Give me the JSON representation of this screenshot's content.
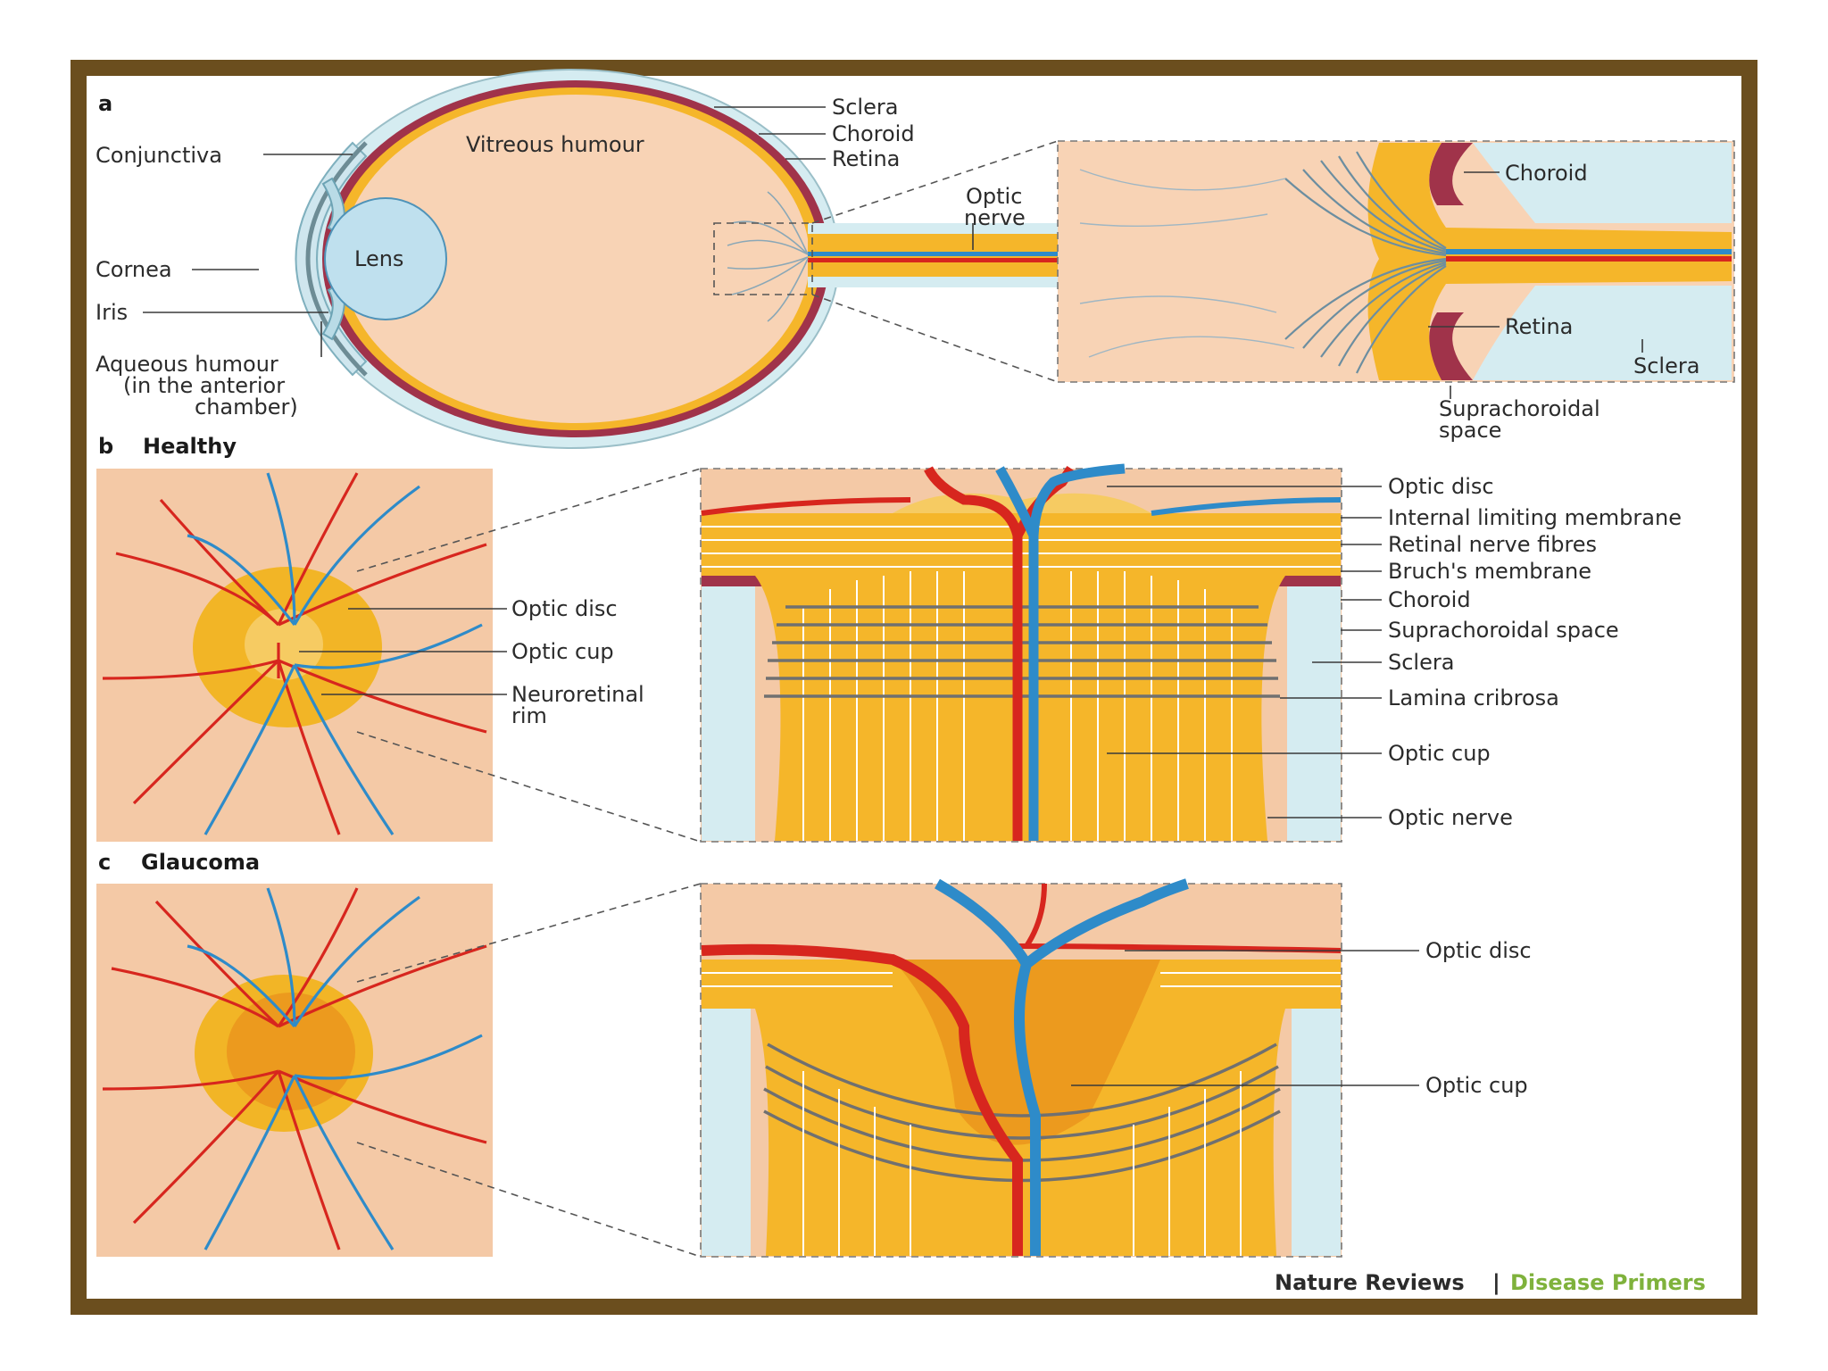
{
  "colors": {
    "frame": "#6b4e1e",
    "tissue": "#f4c9a6",
    "vitreous": "#f8d3b5",
    "optic_disc": "#f2b526",
    "optic_cup": "#ec9a1e",
    "artery": "#d7261e",
    "vein": "#2e8bc9",
    "sclera": "#d5ecf1",
    "choroid": "#a0334a",
    "retina": "#f5b62a",
    "credit_green": "#7fb23c"
  },
  "panel_a": {
    "letter": "a",
    "labels": {
      "sclera": "Sclera",
      "choroid": "Choroid",
      "retina": "Retina",
      "vitreous": "Vitreous humour",
      "conjunctiva": "Conjunctiva",
      "lens": "Lens",
      "cornea": "Cornea",
      "iris": "Iris",
      "aqueous_1": "Aqueous humour",
      "aqueous_2": "(in the anterior",
      "aqueous_3": "chamber)",
      "optic_nerve_1": "Optic",
      "optic_nerve_2": "nerve"
    },
    "inset_labels": {
      "choroid": "Choroid",
      "retina": "Retina",
      "sclera": "Sclera",
      "suprachoroidal_1": "Suprachoroidal",
      "suprachoroidal_2": "space"
    }
  },
  "panel_b": {
    "letter": "b",
    "title": "Healthy",
    "fundus_labels": {
      "optic_disc": "Optic disc",
      "optic_cup": "Optic cup",
      "rim_1": "Neuroretinal",
      "rim_2": "rim"
    },
    "section_labels": [
      "Optic disc",
      "Internal limiting membrane",
      "Retinal nerve fibres",
      "Bruch's membrane",
      "Choroid",
      "Suprachoroidal space",
      "Sclera",
      "Lamina cribrosa",
      "Optic cup",
      "Optic nerve"
    ]
  },
  "panel_c": {
    "letter": "c",
    "title": "Glaucoma",
    "section_labels": {
      "optic_disc": "Optic disc",
      "optic_cup": "Optic cup"
    }
  },
  "credit": {
    "journal": "Nature Reviews",
    "separator": "|",
    "series": "Disease Primers"
  }
}
